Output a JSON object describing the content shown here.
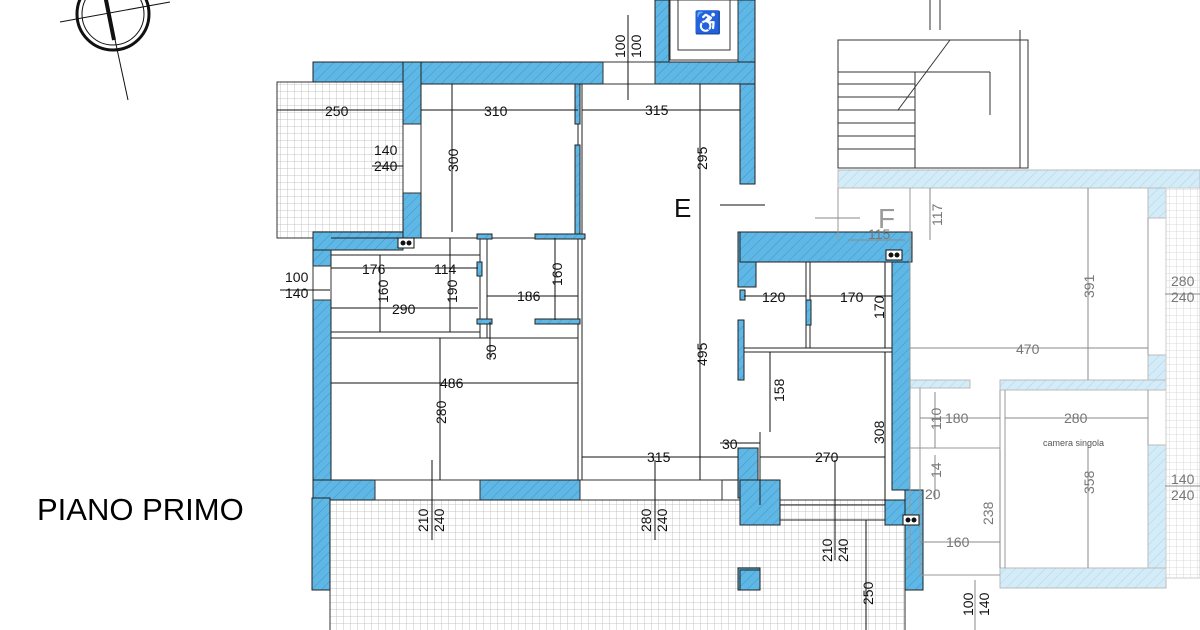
{
  "title": "PIANO PRIMO",
  "labels": {
    "apt_e": "E",
    "apt_f": "F",
    "room_note": "camera singola"
  },
  "colors": {
    "wall": "#5fb7e6",
    "wall_light": "#cfe9f7",
    "line": "#111111",
    "grey_line": "#8a8a8a"
  },
  "dims": {
    "d250_top": "250",
    "d310": "310",
    "d315_top": "315",
    "d300": "300",
    "d295": "295",
    "d100a": "100",
    "d100b": "100",
    "d140_w": "140",
    "d240_w": "240",
    "d100_left": "100",
    "d140_left": "140",
    "d176": "176",
    "d114": "114",
    "d160_a": "160",
    "d190": "190",
    "d290": "290",
    "d186": "186",
    "d160_b": "160",
    "d30_a": "30",
    "d486": "486",
    "d280_a": "280",
    "d495": "495",
    "d315_bot": "315",
    "d120": "120",
    "d170_h": "170",
    "d170_v": "170",
    "d158": "158",
    "d308": "308",
    "d30_b": "30",
    "d270": "270",
    "d210_a": "210",
    "d240_a": "240",
    "d280_b": "280",
    "d240_b": "240",
    "d210_c": "210",
    "d240_c": "240",
    "d250_bot": "250",
    "d115": "115",
    "d117": "117",
    "d391": "391",
    "d470": "470",
    "d110": "110",
    "d180": "180",
    "d280_c": "280",
    "d14": "14",
    "d20": "20",
    "d238": "238",
    "d358": "358",
    "d160_c": "160",
    "d280_r": "280",
    "d240_r": "240",
    "d140_r": "140",
    "d240_r2": "240",
    "d100_bot": "100",
    "d140_bot": "140"
  }
}
